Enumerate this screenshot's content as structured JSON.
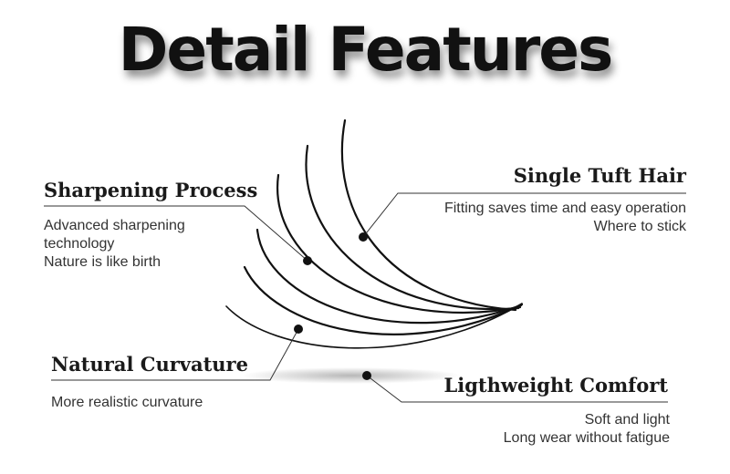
{
  "title": "Detail Features",
  "features": {
    "sharpening": {
      "title": "Sharpening Process",
      "lines": [
        "Advanced sharpening",
        "technology",
        "Nature is like birth"
      ]
    },
    "single_tuft": {
      "title": "Single Tuft Hair",
      "lines": [
        "Fitting saves time and easy operation",
        "Where to stick"
      ]
    },
    "natural_curvature": {
      "title": "Natural Curvature",
      "lines": [
        "More realistic curvature"
      ]
    },
    "lightweight": {
      "title": "Ligthweight Comfort",
      "lines": [
        "Soft and light",
        "Long wear without fatigue"
      ]
    }
  },
  "colors": {
    "lash": "#111111",
    "callout_line": "#333333",
    "background": "#ffffff"
  }
}
